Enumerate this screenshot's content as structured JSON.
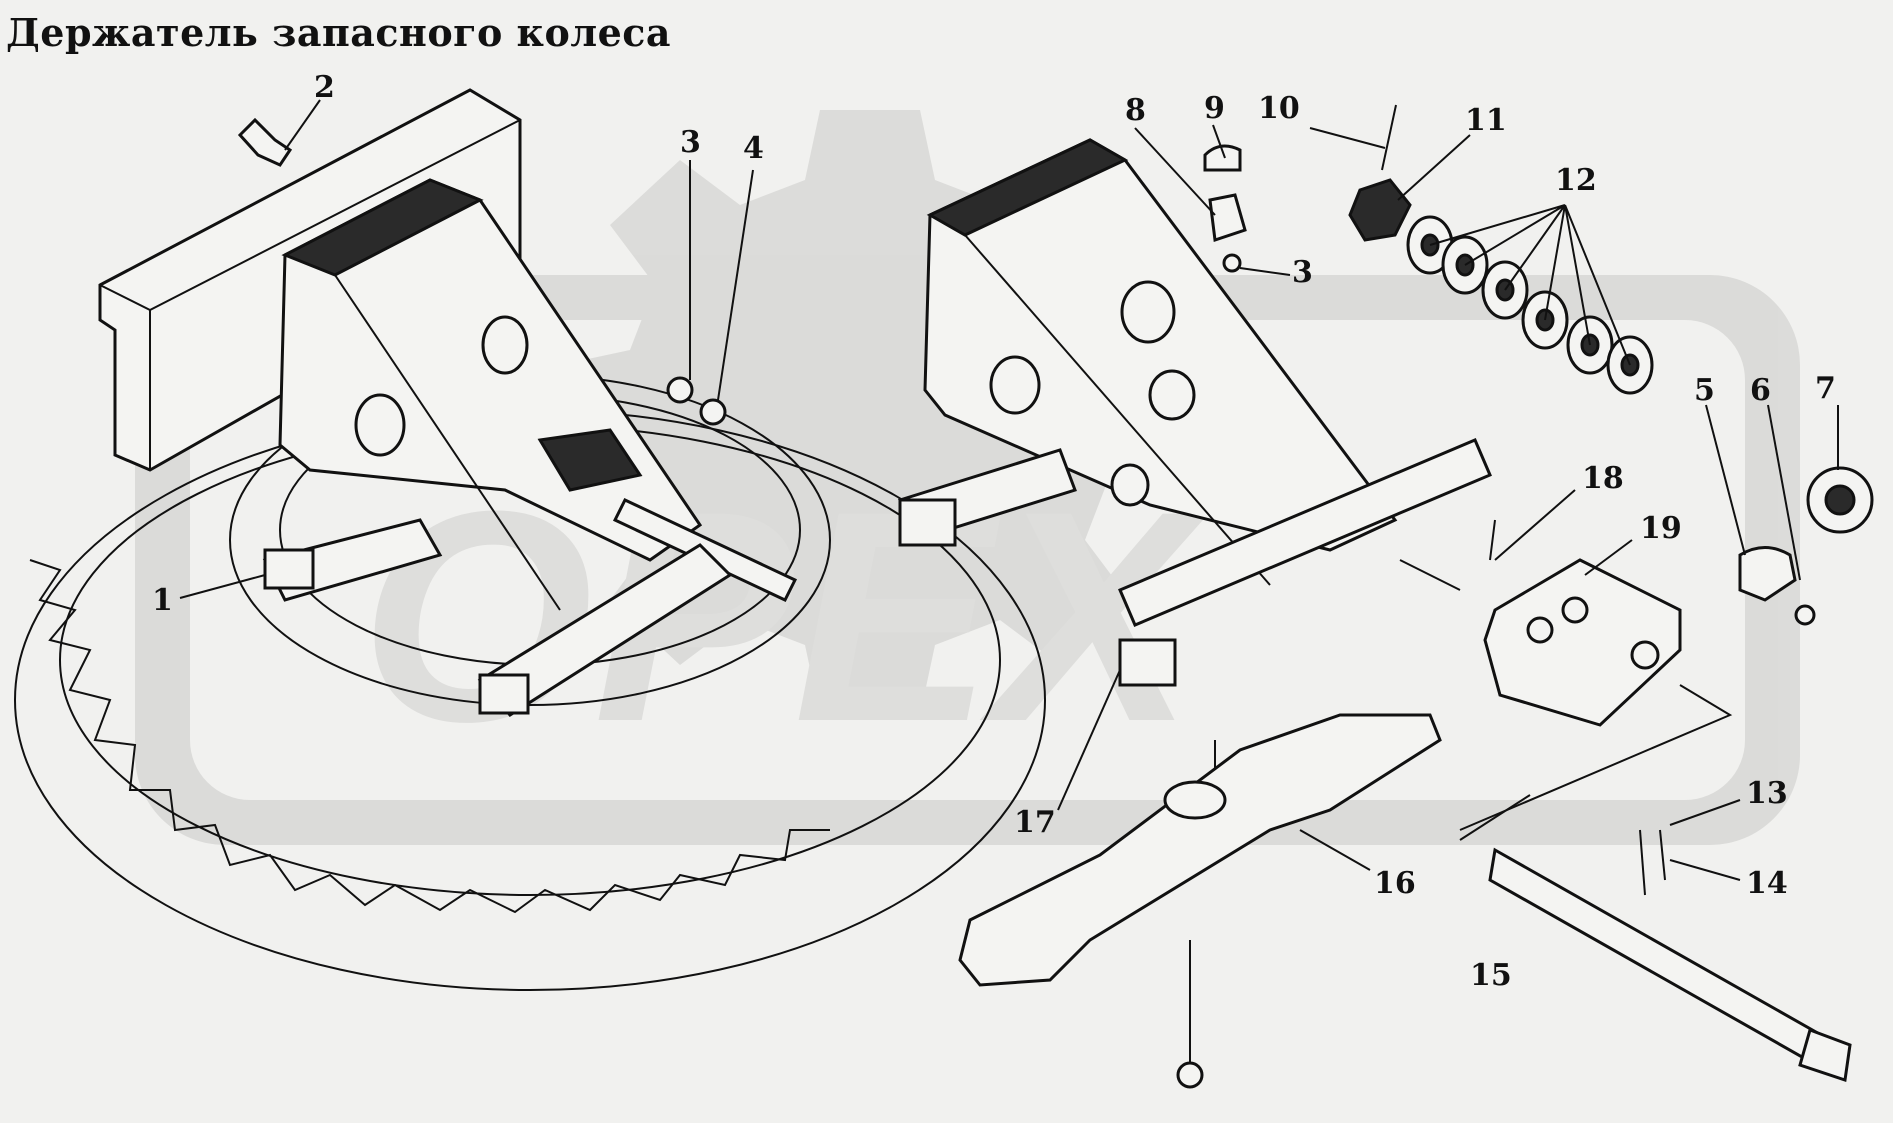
{
  "title": "Держатель запасного колеса",
  "callouts": [
    "1",
    "2",
    "3",
    "4",
    "3",
    "5",
    "6",
    "7",
    "8",
    "9",
    "10",
    "11",
    "12",
    "13",
    "14",
    "15",
    "16",
    "17",
    "18",
    "19"
  ],
  "watermark_text": "OPEX"
}
